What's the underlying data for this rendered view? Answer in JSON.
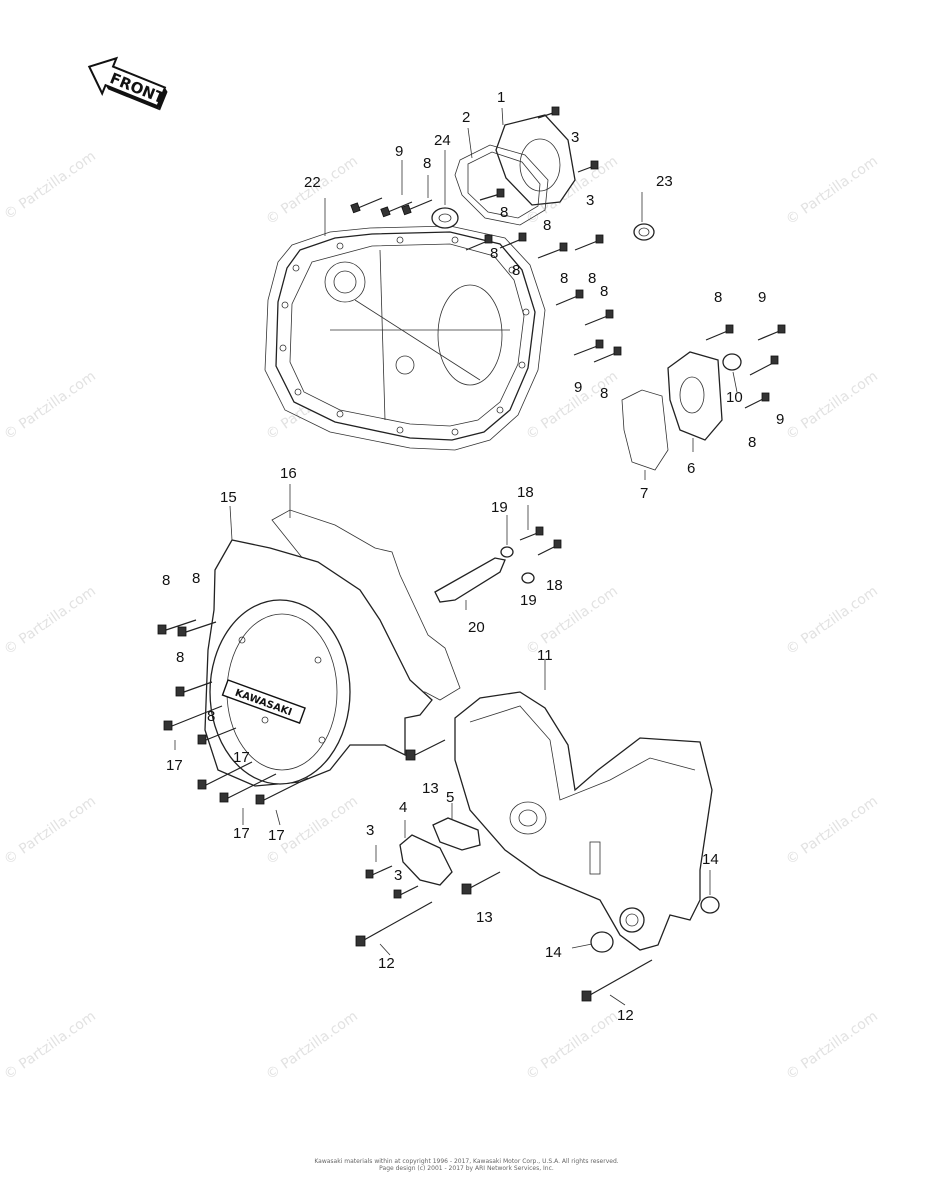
{
  "front_indicator": {
    "label": "FRONT",
    "icon": "front-arrow-icon"
  },
  "watermark": {
    "text": "© Partzilla.com",
    "color": "#e2e2e2"
  },
  "logo": {
    "text": "KAWASAKI"
  },
  "part_labels": [
    "1",
    "2",
    "3",
    "3",
    "24",
    "9",
    "8",
    "22",
    "8",
    "8",
    "8",
    "8",
    "23",
    "8",
    "8",
    "8",
    "9",
    "8",
    "9",
    "8",
    "10",
    "9",
    "8",
    "7",
    "6",
    "16",
    "15",
    "19",
    "18",
    "18",
    "19",
    "20",
    "8",
    "8",
    "8",
    "8",
    "11",
    "17",
    "17",
    "17",
    "17",
    "13",
    "3",
    "4",
    "5",
    "3",
    "13",
    "12",
    "14",
    "14",
    "12"
  ],
  "footer": {
    "line1": "Kawasaki materials within at copyright 1996 - 2017, Kawasaki Motor Corp., U.S.A. All rights reserved.",
    "line2": "Page design (c) 2001 - 2017 by ARI Network Services, Inc."
  }
}
